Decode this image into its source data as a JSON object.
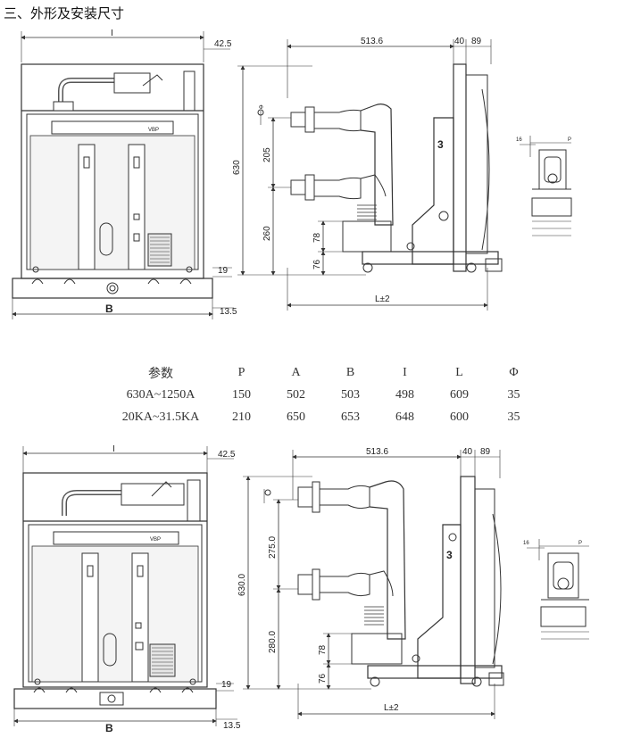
{
  "heading": "三、外形及安装尺寸",
  "drawing1": {
    "label_I": "I",
    "label_B": "B",
    "label_L": "L±2",
    "label_P": "P",
    "label_16": "16",
    "label_phi": "Φ",
    "dim_42_5": "42.5",
    "dim_13_5": "13.5",
    "dim_19": "19",
    "dim_513_6": "513.6",
    "dim_40": "40",
    "dim_89": "89",
    "dim_630": "630",
    "dim_205": "205",
    "dim_260": "260",
    "dim_78": "78",
    "dim_76": "76",
    "badge": "VBP",
    "mark": "3"
  },
  "table": {
    "header": [
      "参数",
      "P",
      "A",
      "B",
      "I",
      "L",
      "Φ"
    ],
    "rows": [
      [
        "630A~1250A",
        "150",
        "502",
        "503",
        "498",
        "609",
        "35"
      ],
      [
        "20KA~31.5KA",
        "210",
        "650",
        "653",
        "648",
        "600",
        "35"
      ]
    ]
  },
  "drawing2": {
    "label_I": "I",
    "label_B": "B",
    "label_L": "L±2",
    "label_P": "P",
    "label_16": "16",
    "dim_42_5": "42.5",
    "dim_13_5": "13.5",
    "dim_19": "19",
    "dim_513_6": "513.6",
    "dim_40": "40",
    "dim_89": "89",
    "dim_630": "630.0",
    "dim_275": "275.0",
    "dim_280": "280.0",
    "dim_78": "78",
    "dim_76": "76",
    "badge": "VBP",
    "mark": "3"
  }
}
